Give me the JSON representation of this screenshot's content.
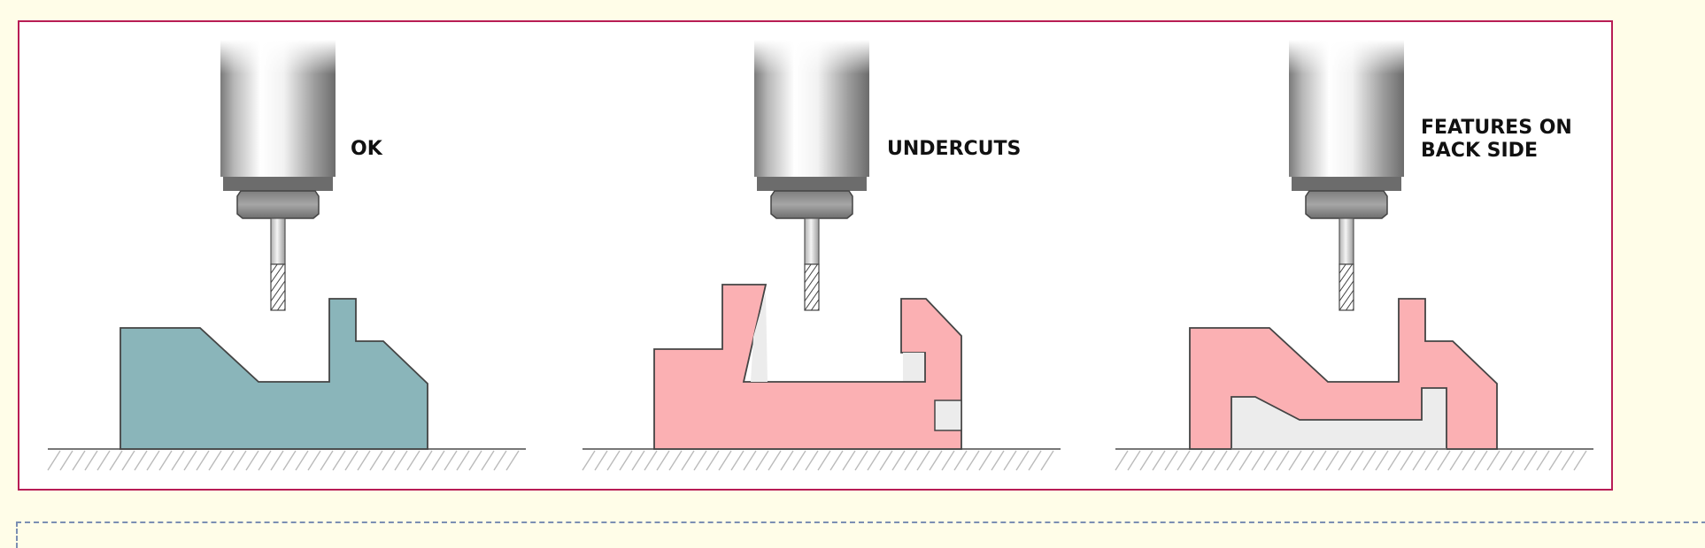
{
  "panels": [
    {
      "id": "ok",
      "label_lines": [
        "OK"
      ],
      "status": "manufacturable"
    },
    {
      "id": "undercuts",
      "label_lines": [
        "UNDERCUTS"
      ],
      "status": "problem"
    },
    {
      "id": "back-side",
      "label_lines": [
        "FEATURES ON",
        "BACK SIDE"
      ],
      "status": "problem"
    }
  ],
  "colors": {
    "ok_part": "#8ab5ba",
    "problem_part": "#fbb0b3",
    "part_outline": "#444444",
    "recess_fill": "#ececec",
    "frame_border": "#b81d55",
    "page_background": "#fffde8",
    "dashed_border": "#7b8fb3"
  }
}
